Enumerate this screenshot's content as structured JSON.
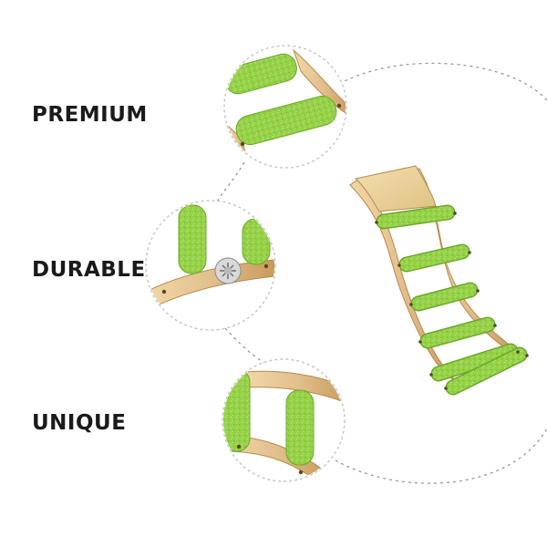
{
  "features": [
    {
      "label": "PREMIUM"
    },
    {
      "label": "DURABLE"
    },
    {
      "label": "UNIQUE"
    }
  ],
  "colors": {
    "wood": "#e2c08d",
    "wood_dark": "#b8894d",
    "wood_shadow": "#9a6e36",
    "platform": "#ecd39c",
    "rung": "#94d145",
    "rung_dark": "#6aa82a",
    "rung_light": "#b7e27a",
    "dash": "#9a9a9a",
    "circle_border": "#c8c8c8",
    "label": "#1a1a1a"
  },
  "product": {
    "rung_count": 6
  }
}
